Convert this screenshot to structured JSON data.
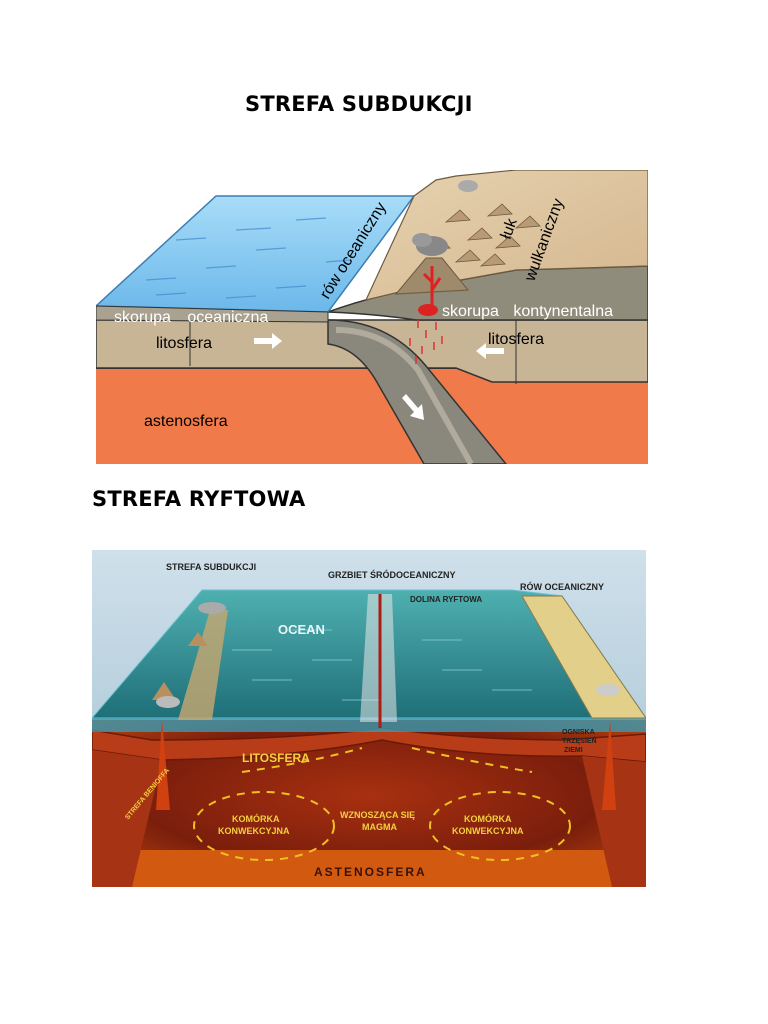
{
  "headings": {
    "subduction": "STREFA SUBDUKCJI",
    "rift": "STREFA RYFTOWA"
  },
  "diagram1": {
    "labels": {
      "trench": "rów oceaniczny",
      "arc_line1": "łuk",
      "arc_line2": "wulkaniczny",
      "oceanic_crust": "skorupa oceaniczna",
      "continental_crust": "skorupa kontynentalna",
      "lithosphere_left": "litosfera",
      "lithosphere_right": "litosfera",
      "asthenosphere": "astenosfera"
    },
    "colors": {
      "ocean": "#7fc4ee",
      "land": "#dcc3a0",
      "lithosphere": "#c9b698",
      "asthenosphere": "#f08050",
      "magma": "#dd2222"
    }
  },
  "diagram2": {
    "labels": {
      "subduction_zone": "STREFA SUBDUKCJI",
      "ridge": "GRZBIET ŚRÓDOCEANICZNY",
      "rift_valley": "DOLINA RYFTOWA",
      "trench": "RÓW OCEANICZNY",
      "ocean": "OCEAN",
      "lithosphere": "LITOSFERA",
      "benioff": "STREFA BENIOFFA",
      "earthquake_focus_1": "OGNISKA",
      "earthquake_focus_2": "TRZĘSIEŃ",
      "earthquake_focus_3": "ZIEMI",
      "cell_left_1": "KOMÓRKA",
      "cell_left_2": "KONWEKCYJNA",
      "cell_right_1": "KOMÓRKA",
      "cell_right_2": "KONWEKCYJNA",
      "magma_1": "WZNOSZĄCA SIĘ",
      "magma_2": "MAGMA",
      "asthenosphere": "ASTENOSFERA"
    },
    "colors": {
      "ocean": "#2e8a8e",
      "lithosphere": "#b8401a",
      "asthenosphere": "#c03010",
      "arrows": "#f0c020"
    }
  }
}
